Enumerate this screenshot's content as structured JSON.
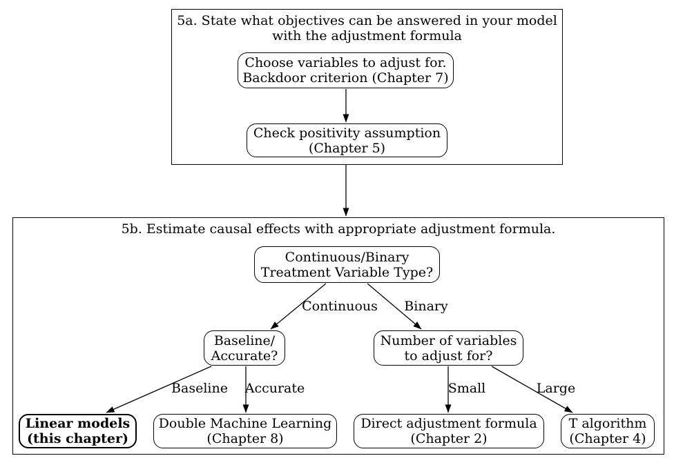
{
  "figure": {
    "background": "#ffffff",
    "stroke_color": "#000000",
    "sections": {
      "s5a": {
        "title_line1": "5a. State what objectives can be answered in your model",
        "title_line2": "with the adjustment formula"
      },
      "s5b": {
        "title": "5b. Estimate causal effects with appropriate adjustment formula."
      }
    },
    "nodes": {
      "choose_variables": {
        "line1": "Choose variables to adjust for.",
        "line2": "Backdoor criterion (Chapter 7)"
      },
      "check_positivity": {
        "line1": "Check positivity assumption",
        "line2": "(Chapter 5)"
      },
      "treatment_type": {
        "line1": "Continuous/Binary",
        "line2": "Treatment Variable Type?"
      },
      "baseline_accurate": {
        "line1": "Baseline/",
        "line2": "Accurate?"
      },
      "num_variables": {
        "line1": "Number of variables",
        "line2": "to adjust for?"
      },
      "linear_models": {
        "line1": "Linear models",
        "line2": "(this chapter)"
      },
      "double_ml": {
        "line1": "Double Machine Learning",
        "line2": "(Chapter 8)"
      },
      "direct_adjustment": {
        "line1": "Direct adjustment formula",
        "line2": "(Chapter 2)"
      },
      "t_algorithm": {
        "line1": "T algorithm",
        "line2": "(Chapter 4)"
      }
    },
    "edge_labels": {
      "continuous": "Continuous",
      "binary": "Binary",
      "baseline": "Baseline",
      "accurate": "Accurate",
      "small": "Small",
      "large": "Large"
    }
  }
}
